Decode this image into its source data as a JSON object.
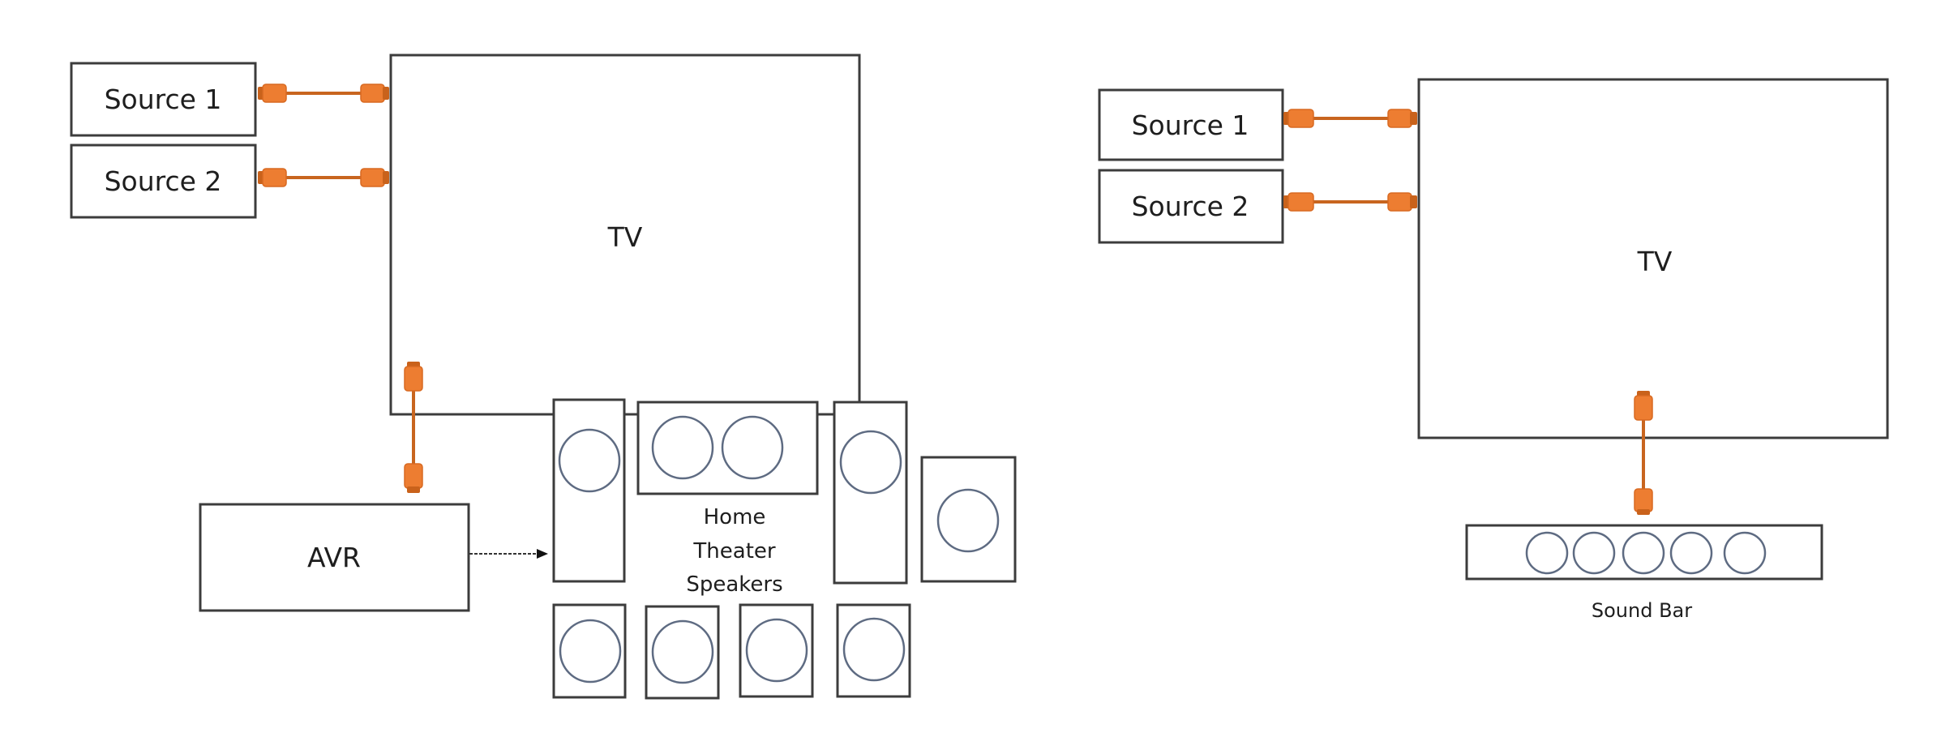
{
  "left_setup": {
    "sources": [
      {
        "label": "Source 1"
      },
      {
        "label": "Source 2"
      }
    ],
    "tv": {
      "label": "TV"
    },
    "avr": {
      "label": "AVR"
    },
    "speakers_label": [
      "Home",
      "Theater",
      "Speakers"
    ]
  },
  "right_setup": {
    "sources": [
      {
        "label": "Source 1"
      },
      {
        "label": "Source 2"
      }
    ],
    "tv": {
      "label": "TV"
    },
    "soundbar": {
      "label": "Sound Bar",
      "driver_count": 5
    }
  },
  "colors": {
    "cable": "#ed7d31",
    "cable_line": "#c8651f",
    "box_border": "#3c3c3c",
    "driver_stroke": "#5e6b82"
  }
}
